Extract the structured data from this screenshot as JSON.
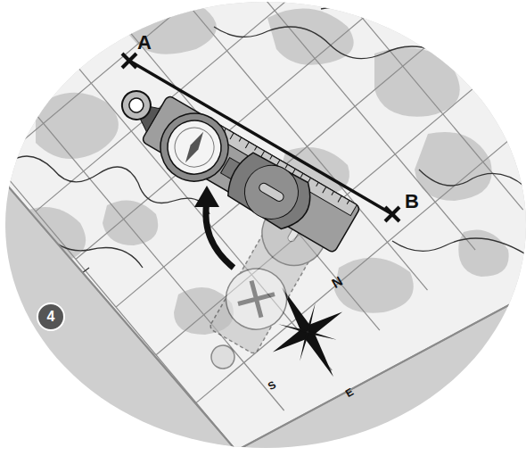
{
  "diagram": {
    "labels": [
      "A",
      "B",
      "4",
      "N",
      "S",
      "E"
    ]
  }
}
